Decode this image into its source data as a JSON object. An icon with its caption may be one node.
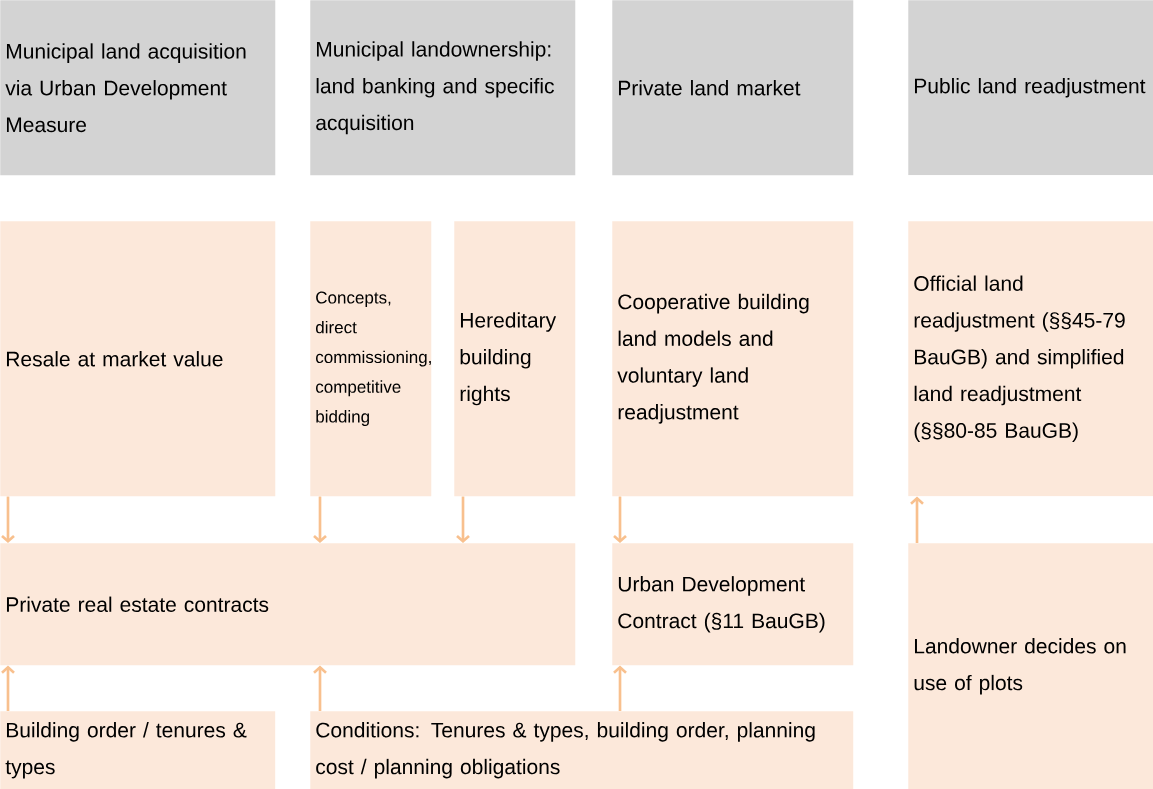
{
  "diagram": {
    "nodes": [
      {
        "text": [
          "Municipal land acquisition via Urban Development Measure"
        ]
      },
      {
        "text": [
          "Municipal landownership: land banking and specific acquisition"
        ]
      },
      {
        "text": [
          "Private land market"
        ]
      },
      {
        "text": [
          "Public land readjustment"
        ]
      },
      {
        "text": [
          "Resale at market value"
        ]
      },
      {
        "text": [
          "Concepts, direct commissioning, competitive bidding"
        ]
      },
      {
        "text": [
          "Hereditary building rights"
        ]
      },
      {
        "text": [
          "Cooperative building land models and voluntary land readjustment"
        ]
      },
      {
        "text": [
          "Official land readjustment (§§45-79 BauGB) and simplified land readjustment (§§80-85 BauGB)"
        ]
      },
      {
        "text": [
          "Private real estate contracts"
        ]
      },
      {
        "text": [
          "Urban Development Contract (§11 BauGB)"
        ]
      },
      {
        "text": [
          "Landowner decides on use of plots"
        ]
      },
      {
        "text": [
          "Building order / tenures & types"
        ]
      },
      {
        "text": [
          "Conditions: Tenures & types, building order, planning cost / planning obligations"
        ]
      }
    ],
    "edges": [
      {
        "from": 4,
        "to": 9,
        "arrow": "to"
      },
      {
        "from": 5,
        "to": 9,
        "arrow": "to"
      },
      {
        "from": 6,
        "to": 9,
        "arrow": "to"
      },
      {
        "from": 7,
        "to": 10,
        "arrow": "to"
      },
      {
        "from": 11,
        "to": 8,
        "arrow": "to"
      },
      {
        "from": 12,
        "to": 9,
        "arrow": "to"
      },
      {
        "from": 13,
        "to": 9,
        "arrow": "to"
      },
      {
        "from": 13,
        "to": 10,
        "arrow": "to"
      }
    ]
  }
}
